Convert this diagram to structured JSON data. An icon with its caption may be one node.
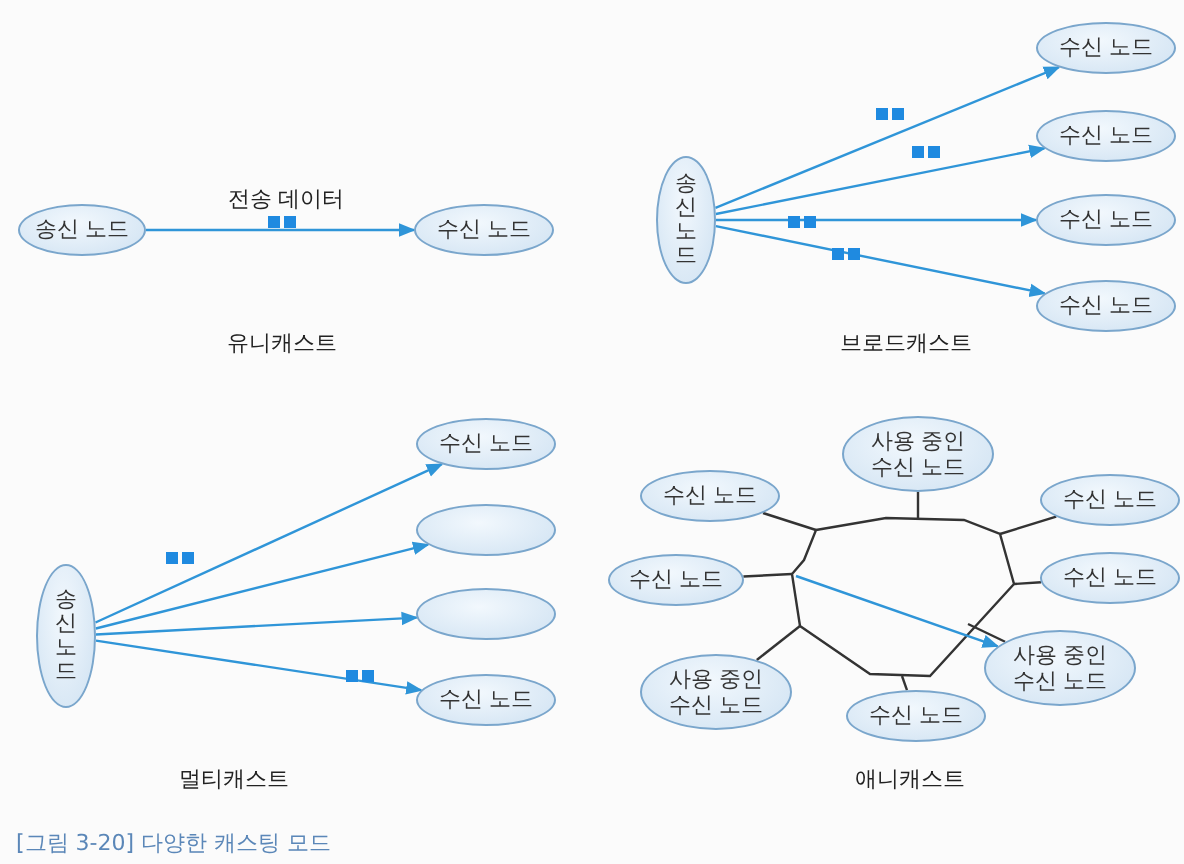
{
  "diagram": {
    "caption": "[그림 3-20] 다양한 캐스팅 모드",
    "nodes": [
      {
        "text": [
          "송신 노드"
        ]
      },
      {
        "text": [
          "수신 노드"
        ]
      },
      {
        "text": [
          "송신 노드"
        ]
      },
      {
        "text": [
          "수신 노드"
        ]
      },
      {
        "text": [
          "수신 노드"
        ]
      },
      {
        "text": [
          "수신 노드"
        ]
      },
      {
        "text": [
          "수신 노드"
        ]
      },
      {
        "text": [
          "송신 노드"
        ]
      },
      {
        "text": [
          "수신 노드"
        ]
      },
      {
        "text": [],
        "shape": "ellipse"
      },
      {
        "text": [],
        "shape": "ellipse"
      },
      {
        "text": [
          "수신 노드"
        ]
      },
      {
        "text": [
          "사용 중인 수신 노드"
        ]
      },
      {
        "text": [
          "수신 노드"
        ]
      },
      {
        "text": [
          "수신 노드"
        ]
      },
      {
        "text": [
          "수신 노드"
        ]
      },
      {
        "text": [
          "수신 노드"
        ]
      },
      {
        "text": [
          "사용 중인 수신 노드"
        ]
      },
      {
        "text": [
          "사용 중인 수신 노드"
        ]
      },
      {
        "text": [
          "수신 노드"
        ]
      },
      {
        "text": [],
        "shape": "polygon"
      }
    ],
    "edges": [
      {
        "from": 0,
        "to": 1,
        "arrow": "to",
        "label": "전송 데이터"
      },
      {
        "from": 2,
        "to": 3,
        "arrow": "to"
      },
      {
        "from": 2,
        "to": 4,
        "arrow": "to"
      },
      {
        "from": 2,
        "to": 5,
        "arrow": "to"
      },
      {
        "from": 2,
        "to": 6,
        "arrow": "to"
      },
      {
        "from": 7,
        "to": 8,
        "arrow": "to"
      },
      {
        "from": 7,
        "to": 9,
        "arrow": "to"
      },
      {
        "from": 7,
        "to": 10,
        "arrow": "to"
      },
      {
        "from": 7,
        "to": 11,
        "arrow": "to"
      },
      {
        "from": 20,
        "to": 17,
        "arrow": "to"
      },
      {
        "from": 12,
        "to": 20,
        "arrow": "none",
        "color": "#333333"
      },
      {
        "from": 13,
        "to": 20,
        "arrow": "none",
        "color": "#333333"
      },
      {
        "from": 14,
        "to": 20,
        "arrow": "none",
        "color": "#333333"
      },
      {
        "from": 15,
        "to": 20,
        "arrow": "none",
        "color": "#333333"
      },
      {
        "from": 16,
        "to": 20,
        "arrow": "none",
        "color": "#333333"
      },
      {
        "from": 17,
        "to": 20,
        "arrow": "none",
        "color": "#333333"
      },
      {
        "from": 18,
        "to": 20,
        "arrow": "none",
        "color": "#333333"
      },
      {
        "from": 19,
        "to": 20,
        "arrow": "none",
        "color": "#333333"
      }
    ],
    "labels": [
      "유니캐스트",
      "브로드캐스트",
      "멀티캐스트",
      "애니캐스트"
    ]
  }
}
